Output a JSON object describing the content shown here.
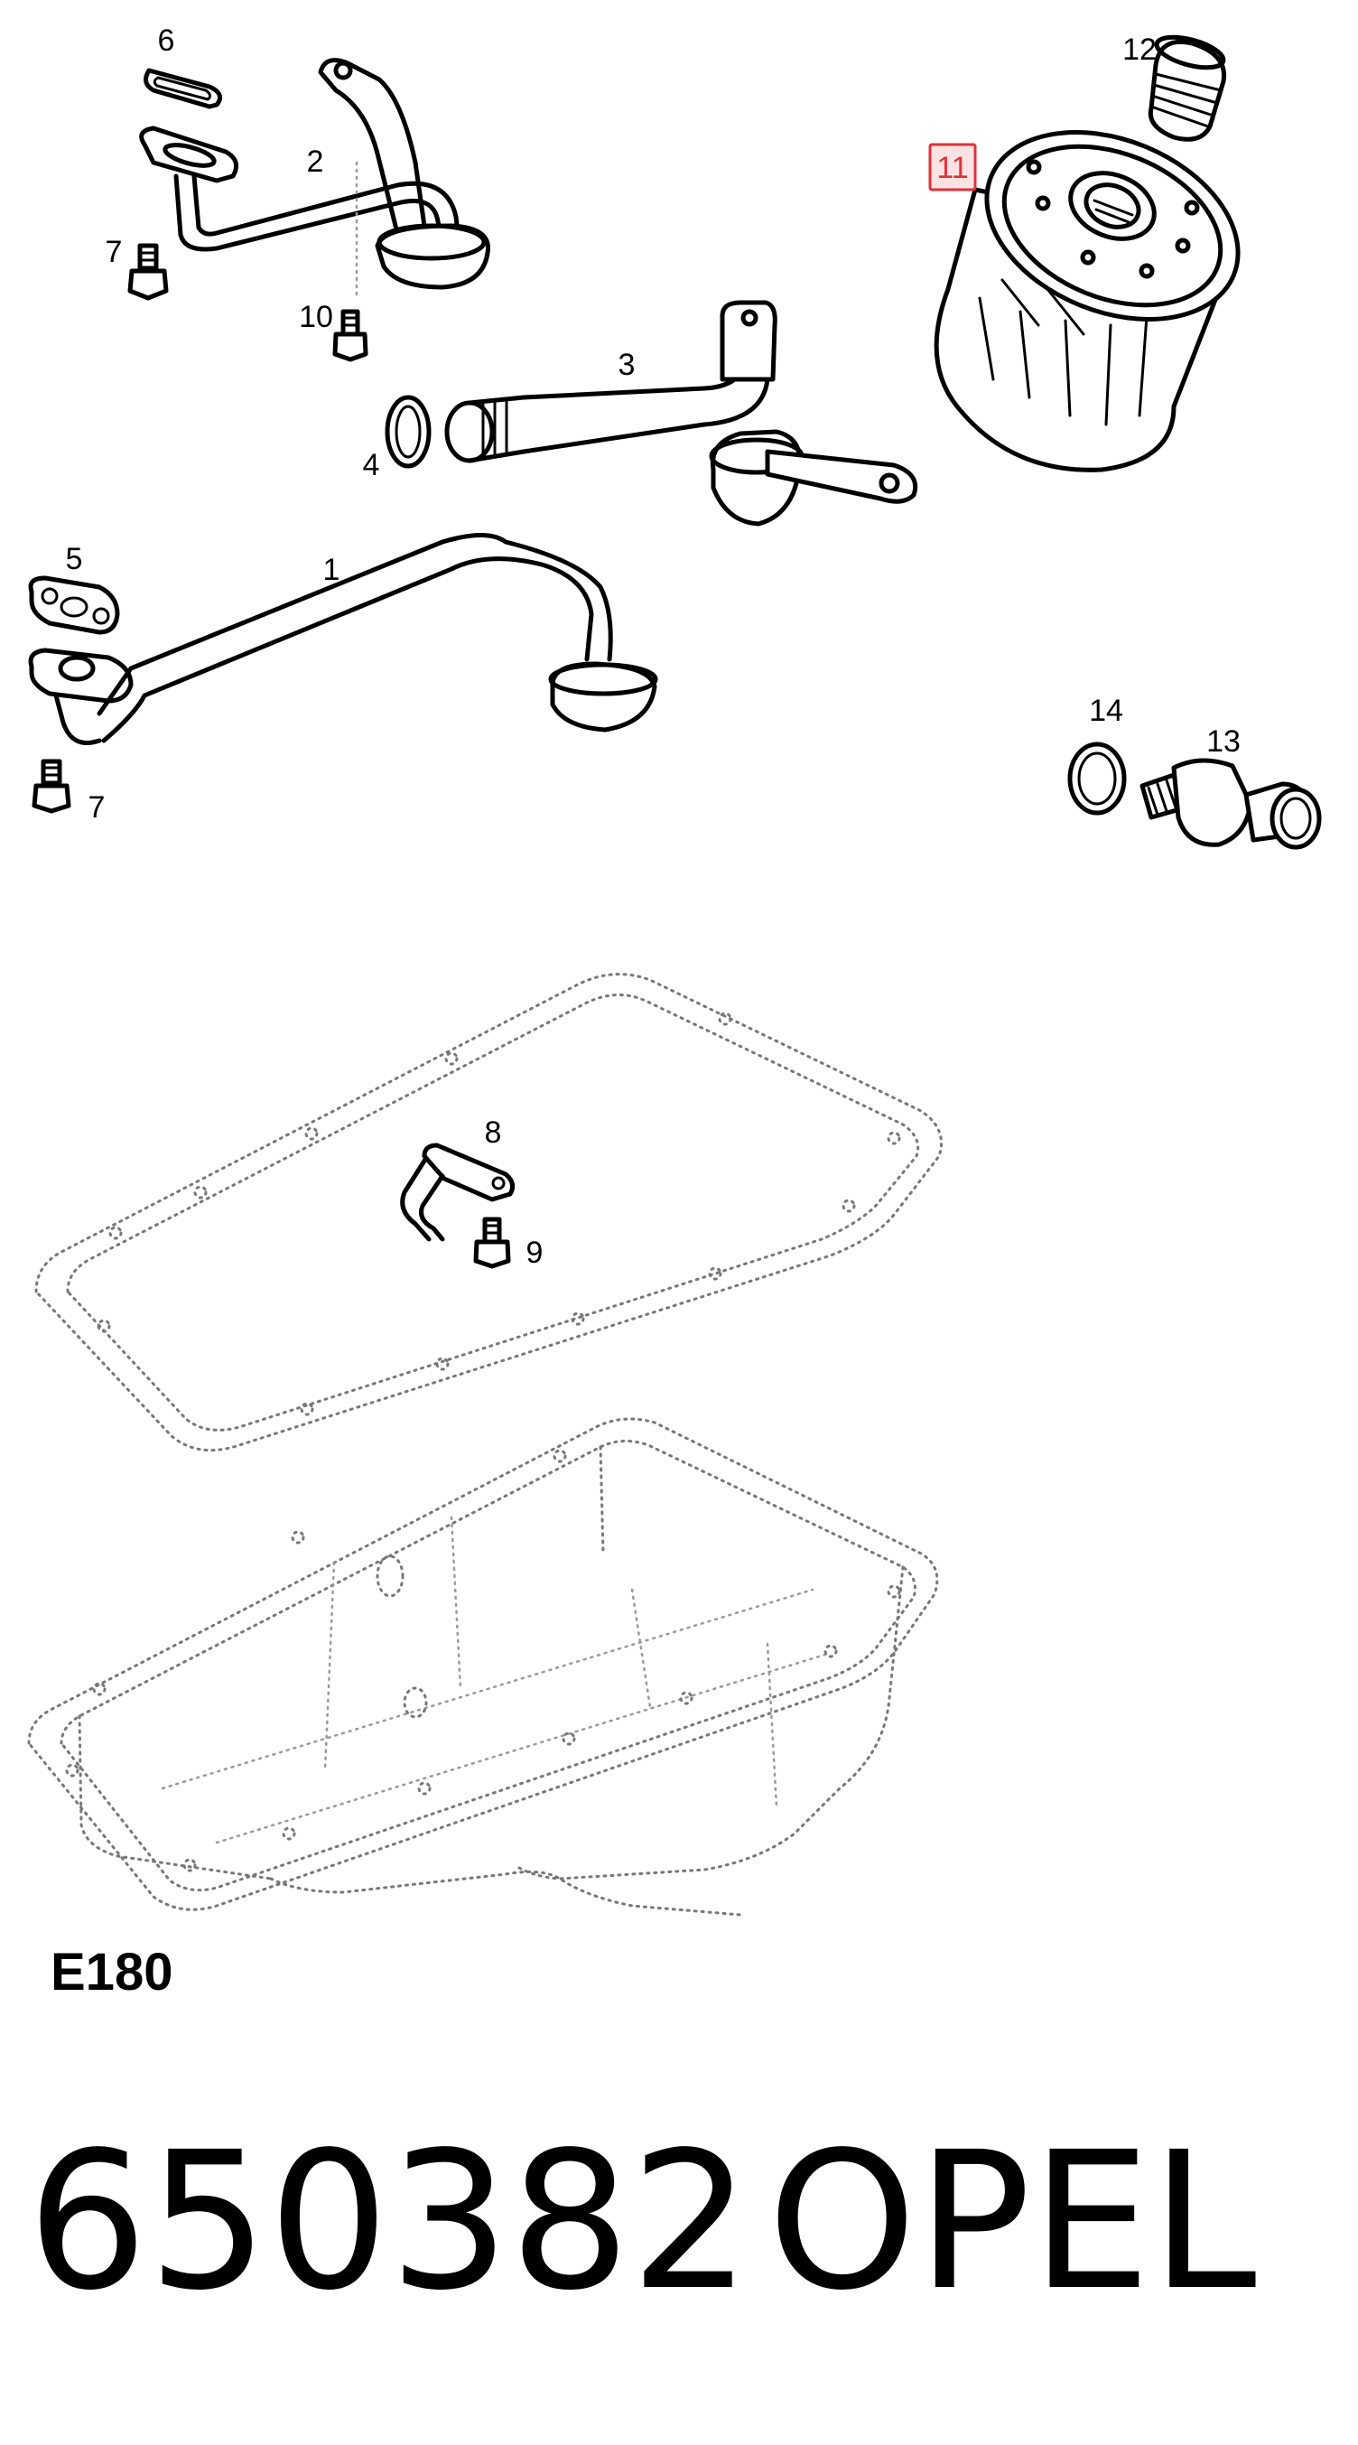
{
  "callouts": {
    "c1": "1",
    "c2": "2",
    "c3": "3",
    "c4": "4",
    "c5": "5",
    "c6": "6",
    "c7a": "7",
    "c7b": "7",
    "c8": "8",
    "c9": "9",
    "c10": "10",
    "c11": "11",
    "c12": "12",
    "c13": "13",
    "c14": "14"
  },
  "highlight_color": "#e0313a",
  "highlight_fill": "#fbe3e4",
  "highlighted_part": "11",
  "section_code": "E180",
  "footer": {
    "part_number": "650382",
    "brand": "OPEL"
  }
}
